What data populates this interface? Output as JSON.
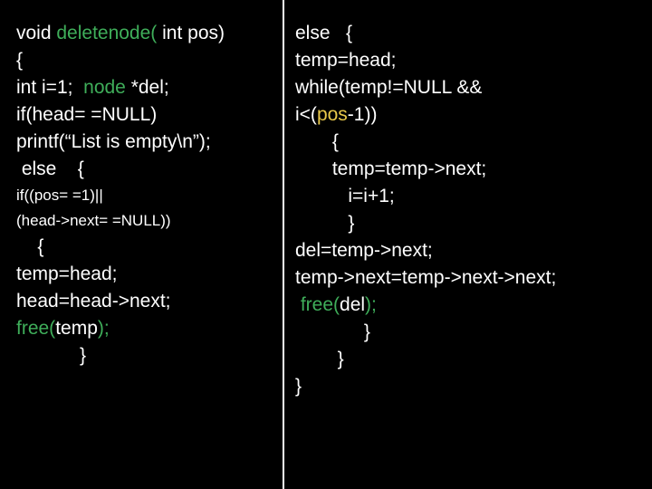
{
  "slide": {
    "background_color": "#000000",
    "divider_color": "#ffffff",
    "colors": {
      "default_text": "#ffffff",
      "function_name": "#3fae5a",
      "keyword": "#2fb8a0",
      "identifier_highlight": "#e8c84a"
    },
    "left_column": {
      "name": "left-code-block",
      "lines": [
        {
          "size": "normal",
          "indent": 0,
          "tokens": [
            {
              "text": "void ",
              "color": "default"
            },
            {
              "text": "deletenode(",
              "color": "function"
            },
            {
              "text": " int pos)",
              "color": "default"
            }
          ]
        },
        {
          "size": "normal",
          "indent": 0,
          "tokens": [
            {
              "text": "{",
              "color": "default"
            }
          ]
        },
        {
          "size": "normal",
          "indent": 0,
          "tokens": [
            {
              "text": "int i=1;  ",
              "color": "default"
            },
            {
              "text": "node",
              "color": "function"
            },
            {
              "text": " *del;",
              "color": "default"
            }
          ]
        },
        {
          "size": "normal",
          "indent": 0,
          "tokens": [
            {
              "text": "if(head= =NULL)",
              "color": "default"
            }
          ]
        },
        {
          "size": "normal",
          "indent": 0,
          "tokens": [
            {
              "text": "printf(“List is empty\\n”);",
              "color": "default"
            }
          ]
        },
        {
          "size": "normal",
          "indent": 1,
          "tokens": [
            {
              "text": " else    {",
              "color": "default"
            }
          ]
        },
        {
          "size": "small",
          "indent": 0,
          "tokens": [
            {
              "text": "if((pos= =1)||",
              "color": "default"
            }
          ]
        },
        {
          "size": "small",
          "indent": 0,
          "tokens": [
            {
              "text": "(head->next= =NULL))",
              "color": "default"
            }
          ]
        },
        {
          "size": "normal",
          "indent": 0,
          "tokens": [
            {
              "text": "    {",
              "color": "default"
            }
          ]
        },
        {
          "size": "normal",
          "indent": 0,
          "tokens": [
            {
              "text": "temp=head;",
              "color": "default"
            }
          ]
        },
        {
          "size": "normal",
          "indent": 0,
          "tokens": [
            {
              "text": "head=head->next;",
              "color": "default"
            }
          ]
        },
        {
          "size": "normal",
          "indent": 0,
          "tokens": [
            {
              "text": "free(",
              "color": "function"
            },
            {
              "text": "temp",
              "color": "default"
            },
            {
              "text": ");",
              "color": "function"
            }
          ]
        },
        {
          "size": "normal",
          "indent": 0,
          "tokens": [
            {
              "text": "            }",
              "color": "default"
            }
          ]
        }
      ]
    },
    "right_column": {
      "name": "right-code-block",
      "lines": [
        {
          "size": "normal",
          "indent": 0,
          "tokens": [
            {
              "text": "else   {",
              "color": "default"
            }
          ]
        },
        {
          "size": "normal",
          "indent": 0,
          "tokens": [
            {
              "text": "temp=head;",
              "color": "default"
            }
          ]
        },
        {
          "size": "normal",
          "indent": 0,
          "tokens": [
            {
              "text": "while(temp!=NULL &&",
              "color": "default"
            }
          ]
        },
        {
          "size": "normal",
          "indent": 0,
          "tokens": [
            {
              "text": "i<(",
              "color": "default"
            },
            {
              "text": "pos",
              "color": "highlight"
            },
            {
              "text": "-1))",
              "color": "default"
            }
          ]
        },
        {
          "size": "normal",
          "indent": 0,
          "tokens": [
            {
              "text": "       {",
              "color": "default"
            }
          ]
        },
        {
          "size": "normal",
          "indent": 0,
          "tokens": [
            {
              "text": "       temp=temp->next;",
              "color": "default"
            }
          ]
        },
        {
          "size": "normal",
          "indent": 0,
          "tokens": [
            {
              "text": "          i=i+1;",
              "color": "default"
            }
          ]
        },
        {
          "size": "normal",
          "indent": 0,
          "tokens": [
            {
              "text": "          }",
              "color": "default"
            }
          ]
        },
        {
          "size": "normal",
          "indent": 0,
          "tokens": [
            {
              "text": "del=temp->next;",
              "color": "default"
            }
          ]
        },
        {
          "size": "normal",
          "indent": 0,
          "tokens": [
            {
              "text": "temp->next=temp->next->next;",
              "color": "default"
            }
          ]
        },
        {
          "size": "normal",
          "indent": 0,
          "tokens": [
            {
              "text": " free(",
              "color": "function"
            },
            {
              "text": "del",
              "color": "default"
            },
            {
              "text": ");",
              "color": "function"
            }
          ]
        },
        {
          "size": "normal",
          "indent": 0,
          "tokens": [
            {
              "text": "             }",
              "color": "default"
            }
          ]
        },
        {
          "size": "normal",
          "indent": 0,
          "tokens": [
            {
              "text": "        }",
              "color": "default"
            }
          ]
        },
        {
          "size": "normal",
          "indent": 0,
          "tokens": [
            {
              "text": "}",
              "color": "default"
            }
          ]
        }
      ]
    }
  }
}
